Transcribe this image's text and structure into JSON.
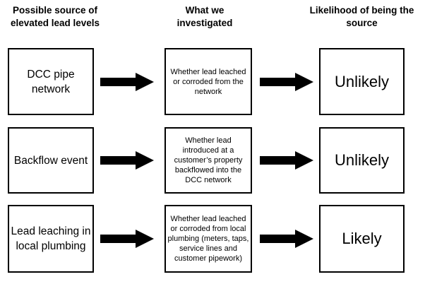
{
  "headers": {
    "col1": "Possible source of\nelevated lead levels",
    "col2": "What we\ninvestigated",
    "col3": "Likelihood of being the\nsource"
  },
  "rows": [
    {
      "source": "DCC pipe\nnetwork",
      "investigated": "Whether lead leached\nor corroded from the\nnetwork",
      "likelihood": "Unlikely"
    },
    {
      "source": "Backflow event",
      "investigated": "Whether lead\nintroduced at a\ncustomer’s property\nbackflowed into the\nDCC network",
      "likelihood": "Unlikely"
    },
    {
      "source": "Lead leaching in\nlocal plumbing",
      "investigated": "Whether lead leached\nor corroded from local\nplumbing (meters, taps,\nservice lines and\ncustomer pipework)",
      "likelihood": "Likely"
    }
  ],
  "icons": {
    "arrow": "right-arrow"
  },
  "colors": {
    "background": "#ffffff",
    "box_border": "#000000",
    "arrow": "#000000",
    "text": "#000000"
  }
}
